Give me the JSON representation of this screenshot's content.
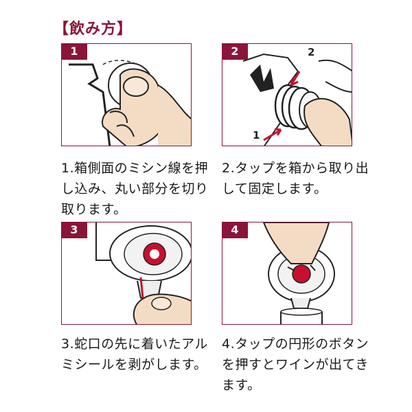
{
  "title": "【飲み方】",
  "colors": {
    "accent": "#8a1538",
    "tap_red": "#c8102e"
  },
  "steps": [
    {
      "number": "1",
      "text": "1.箱側面のミシン線を押し込み、丸い部分を切り取ります。"
    },
    {
      "number": "2",
      "text": "2.タップを箱から取り出して固定します。",
      "labels": {
        "a": "1",
        "b": "2"
      }
    },
    {
      "number": "3",
      "text": "3.蛇口の先に着いたアルミシールを剥がします。"
    },
    {
      "number": "4",
      "text": "4.タップの円形のボタンを押すとワインが出てきます。"
    }
  ]
}
